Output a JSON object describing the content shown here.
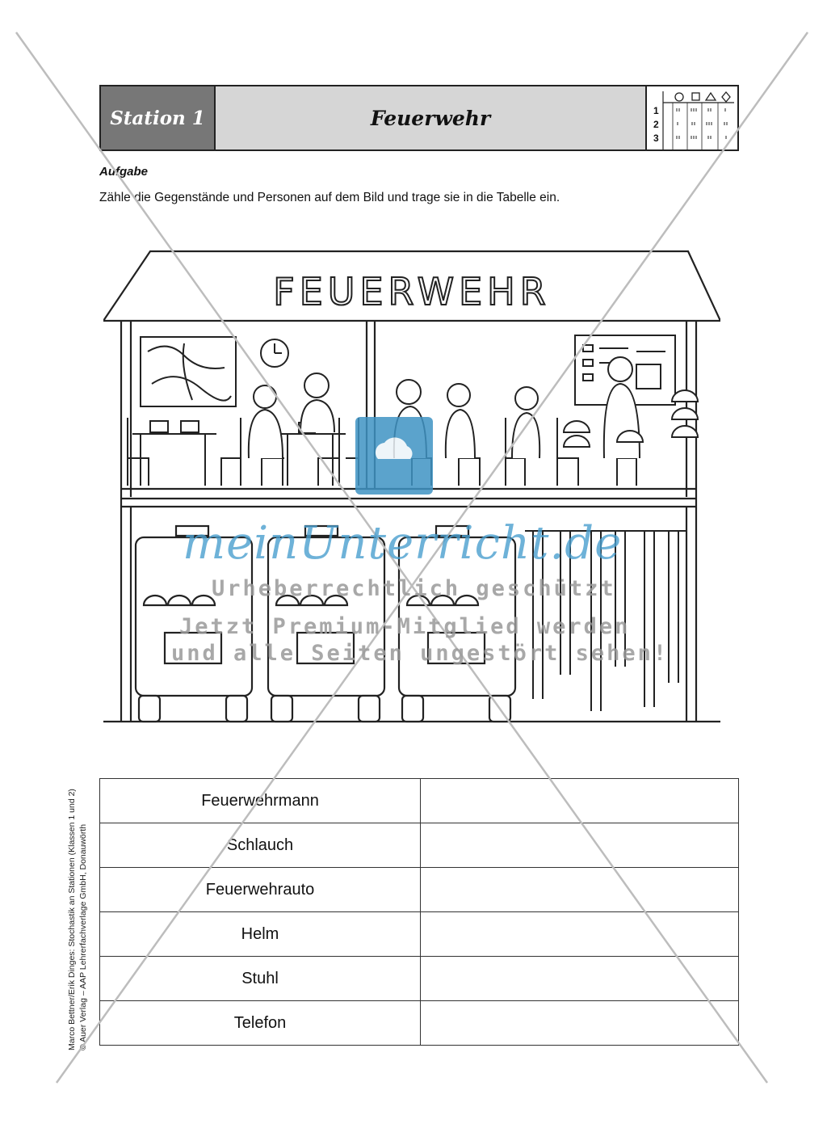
{
  "header": {
    "station": "Station 1",
    "title": "Feuerwehr",
    "level_rows": [
      "1",
      "2",
      "3"
    ]
  },
  "task": {
    "label": "Aufgabe",
    "text": "Zähle die Gegenstände und Personen auf dem Bild und trage sie in die Tabelle ein."
  },
  "scene": {
    "sign": "FEUERWEHR"
  },
  "watermark": {
    "brand": "meinUnterricht.de",
    "line1": "Urheberrechtlich geschützt",
    "line2": "Jetzt Premium-Mitglied werden",
    "line3": "und alle Seiten ungestört sehen!"
  },
  "table": {
    "rows": [
      {
        "item": "Feuerwehrmann",
        "value": ""
      },
      {
        "item": "Schlauch",
        "value": ""
      },
      {
        "item": "Feuerwehrauto",
        "value": ""
      },
      {
        "item": "Helm",
        "value": ""
      },
      {
        "item": "Stuhl",
        "value": ""
      },
      {
        "item": "Telefon",
        "value": ""
      }
    ]
  },
  "credits": {
    "line1": "Marco Bettner/Erik Dinges: Stochastik an Stationen (Klassen 1 und 2)",
    "line2": "© Auer Verlag – AAP Lehrerfachverlage GmbH, Donauwörth"
  }
}
